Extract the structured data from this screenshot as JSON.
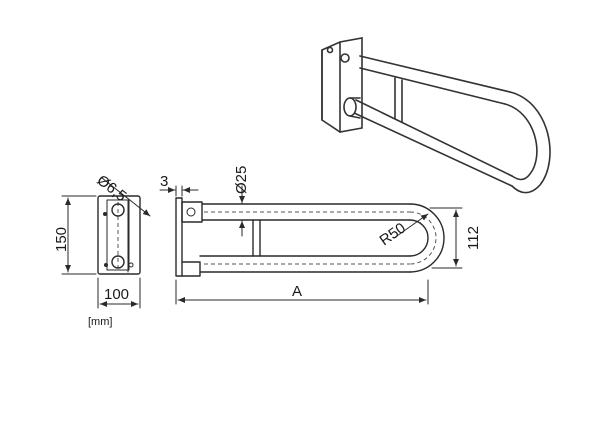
{
  "dimensions": {
    "hole_diameter": "Ø6,5",
    "plate_height": "150",
    "plate_width": "100",
    "flange_thickness": "3",
    "tube_diameter": "Ø25",
    "bend_radius": "R50",
    "rail_height": "112",
    "length": "A"
  },
  "units": "[mm]",
  "colors": {
    "line": "#2a2a2a",
    "background": "#ffffff"
  }
}
